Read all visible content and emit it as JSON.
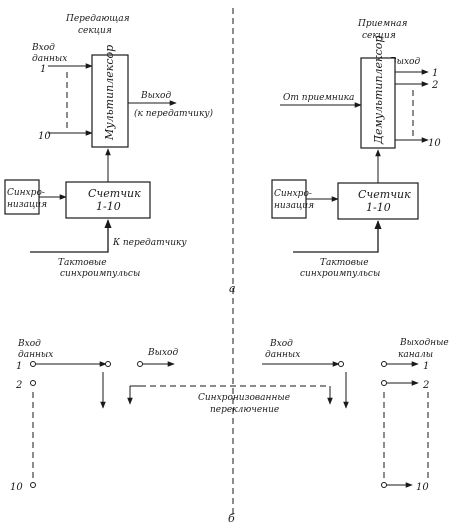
{
  "part_a": {
    "label": "а",
    "transmit": {
      "section_title_1": "Передающая",
      "section_title_2": "секция",
      "input_1": "Вход",
      "input_2": "данных",
      "channel_first": "1",
      "channel_last": "10",
      "mux_block": "Мультиплексор",
      "output_1": "Выход",
      "output_2": "(к передатчику)",
      "sync_1": "Синхро-",
      "sync_2": "низация",
      "counter_1": "Счетчик",
      "counter_2": "1-10",
      "to_transmitter": "К передатчику",
      "clock_1": "Тактовые",
      "clock_2": "синхроимпульсы"
    },
    "receive": {
      "section_title_1": "Приемная",
      "section_title_2": "секция",
      "output": "Выход",
      "channel_1": "1",
      "channel_2": "2",
      "channel_last": "10",
      "from_receiver": "От приемника",
      "demux_block": "Демультиплексор",
      "sync_1": "Синхро-",
      "sync_2": "низация",
      "counter_1": "Счетчик",
      "counter_2": "1-10",
      "clock_1": "Тактовые",
      "clock_2": "синхроимпульсы"
    }
  },
  "part_b": {
    "label": "б",
    "input_1": "Вход",
    "input_2": "данных",
    "ch_1": "1",
    "ch_2": "2",
    "ch_10": "10",
    "output": "Выход",
    "sync_switch_1": "Синхронизованные",
    "sync_switch_2": "переключение",
    "right_input_1": "Вход",
    "right_input_2": "данных",
    "out_channels_1": "Выходные",
    "out_channels_2": "каналы",
    "out_1": "1",
    "out_2": "2",
    "out_10": "10"
  }
}
